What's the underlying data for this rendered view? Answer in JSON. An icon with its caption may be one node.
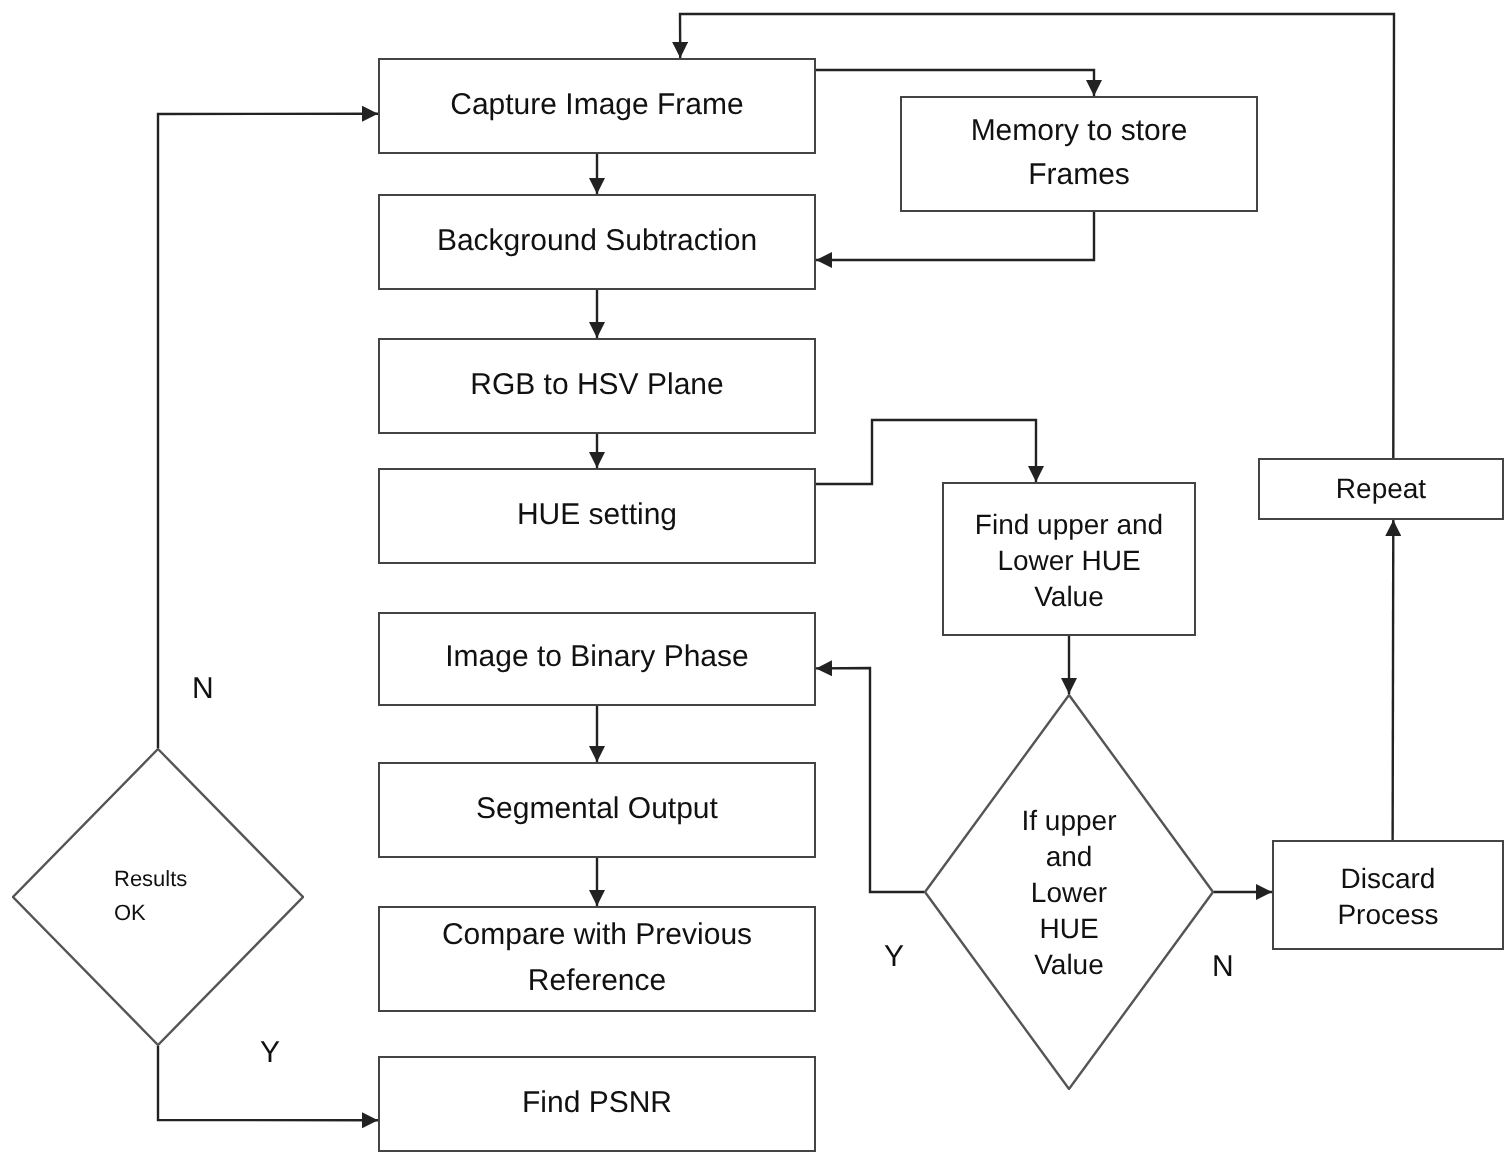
{
  "diagram": {
    "nodes": [
      {
        "text": [
          "Capture Image Frame"
        ]
      },
      {
        "text": [
          "Memory to store Frames"
        ]
      },
      {
        "text": [
          "Background Subtraction"
        ]
      },
      {
        "text": [
          "RGB to HSV Plane"
        ]
      },
      {
        "text": [
          "HUE setting"
        ]
      },
      {
        "text": [
          "Find upper and Lower HUE Value"
        ]
      },
      {
        "text": [
          "Image to Binary Phase"
        ]
      },
      {
        "text": [
          "Segmental Output"
        ]
      },
      {
        "text": [
          "Compare with Previous Reference"
        ]
      },
      {
        "text": [
          "Find PSNR"
        ]
      },
      {
        "text": [
          "Results OK"
        ]
      },
      {
        "text": [
          "If upper and Lower HUE Value"
        ]
      },
      {
        "text": [
          "Discard Process"
        ]
      },
      {
        "text": [
          "Repeat"
        ]
      }
    ],
    "edges": [
      {
        "from": 0,
        "to": 2,
        "arrow": "to"
      },
      {
        "from": 0,
        "to": 1,
        "arrow": "to"
      },
      {
        "from": 1,
        "to": 2,
        "arrow": "to"
      },
      {
        "from": 2,
        "to": 3,
        "arrow": "to"
      },
      {
        "from": 3,
        "to": 4,
        "arrow": "to"
      },
      {
        "from": 4,
        "to": 5,
        "arrow": "to"
      },
      {
        "from": 5,
        "to": 11,
        "arrow": "to"
      },
      {
        "from": 11,
        "to": 6,
        "arrow": "to",
        "label": "Y"
      },
      {
        "from": 11,
        "to": 12,
        "arrow": "to",
        "label": "N"
      },
      {
        "from": 12,
        "to": 13,
        "arrow": "to"
      },
      {
        "from": 13,
        "to": 0,
        "arrow": "to"
      },
      {
        "from": 10,
        "to": 0,
        "arrow": "to",
        "label": "N"
      },
      {
        "from": 10,
        "to": 9,
        "arrow": "to",
        "label": "Y"
      },
      {
        "from": 6,
        "to": 7,
        "arrow": "to"
      },
      {
        "from": 7,
        "to": 8,
        "arrow": "to"
      }
    ]
  }
}
